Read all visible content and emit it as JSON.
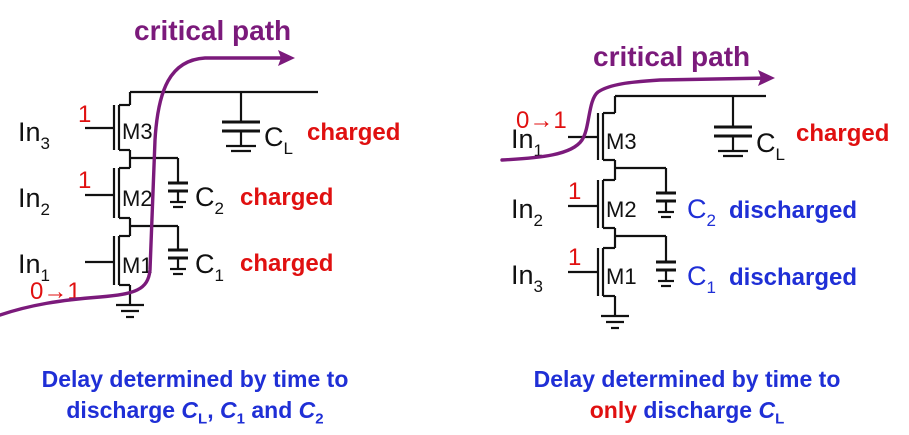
{
  "left": {
    "title": "critical path",
    "inputs": [
      {
        "name": "In",
        "sub": "3",
        "value": "1",
        "transistor": "M3"
      },
      {
        "name": "In",
        "sub": "2",
        "value": "1",
        "transistor": "M2"
      },
      {
        "name": "In",
        "sub": "1",
        "value": "0→1",
        "transistor": "M1"
      }
    ],
    "caps": [
      {
        "name": "C",
        "sub": "L",
        "state": "charged"
      },
      {
        "name": "C",
        "sub": "2",
        "state": "charged"
      },
      {
        "name": "C",
        "sub": "1",
        "state": "charged"
      }
    ],
    "caption_line1": "Delay determined by time to",
    "caption_line2_a": "discharge ",
    "caption_line2_cl": "C",
    "caption_line2_cl_sub": "L",
    "caption_line2_b": ", ",
    "caption_line2_c1": "C",
    "caption_line2_c1_sub": "1",
    "caption_line2_c": " and ",
    "caption_line2_c2": "C",
    "caption_line2_c2_sub": "2"
  },
  "right": {
    "title": "critical path",
    "inputs": [
      {
        "name": "In",
        "sub": "1",
        "value": "0→1",
        "transistor": "M3"
      },
      {
        "name": "In",
        "sub": "2",
        "value": "1",
        "transistor": "M2"
      },
      {
        "name": "In",
        "sub": "3",
        "value": "1",
        "transistor": "M1"
      }
    ],
    "caps": [
      {
        "name": "C",
        "sub": "L",
        "state": "charged"
      },
      {
        "name": "C",
        "sub": "2",
        "state": "discharged"
      },
      {
        "name": "C",
        "sub": "1",
        "state": "discharged"
      }
    ],
    "caption_line1": "Delay determined by time to",
    "caption_line2_red": "only",
    "caption_line2_a": " discharge ",
    "caption_line2_cl": "C",
    "caption_line2_cl_sub": "L"
  },
  "colors": {
    "path": "#7b1a7b",
    "red": "#e01010",
    "blue": "#1f2fd6"
  }
}
